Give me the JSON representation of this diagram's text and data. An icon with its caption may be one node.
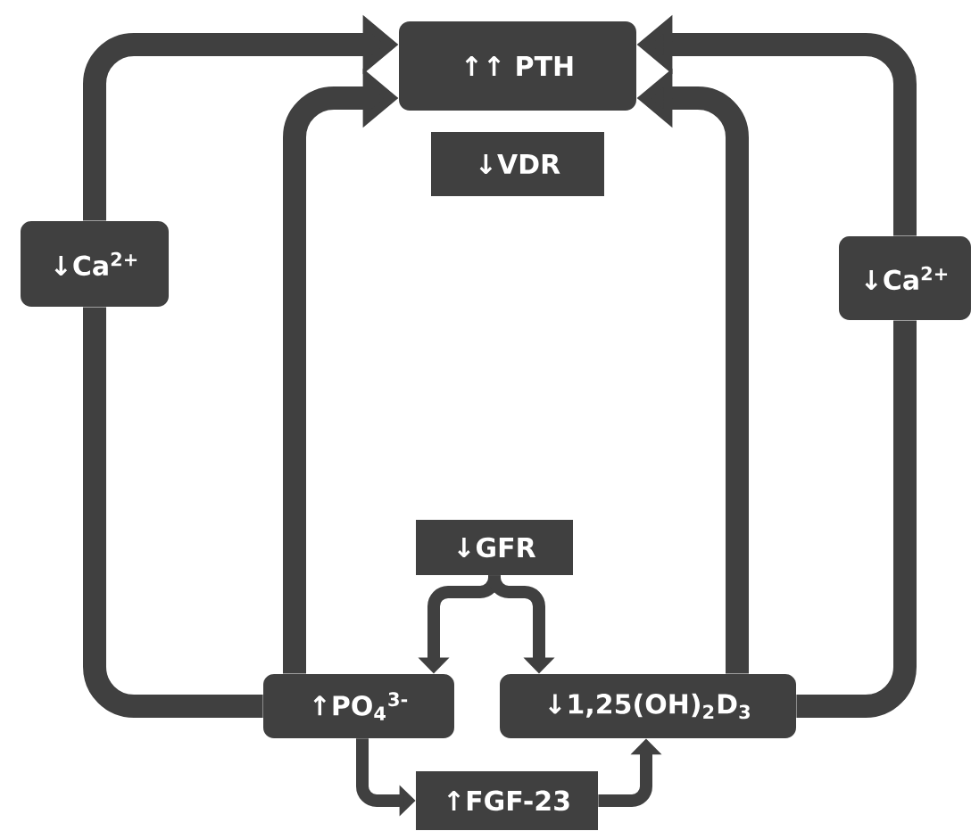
{
  "diagram": {
    "nodes": [
      {
        "text": [
          "↑↑ PTH"
        ]
      },
      {
        "text": [
          "↓VDR"
        ]
      },
      {
        "text": [
          "↓Ca$^{2+}$"
        ]
      },
      {
        "text": [
          "↓Ca$^{2+}$"
        ]
      },
      {
        "text": [
          "↓GFR"
        ]
      },
      {
        "text": [
          "↑PO$_{4}$$^{3-}$"
        ]
      },
      {
        "text": [
          "↓1,25(OH)$_{2}$D$_{3}$"
        ]
      },
      {
        "text": [
          "↑FGF-23"
        ]
      }
    ],
    "edges": [
      {
        "from": 5,
        "to": 2,
        "arrow": "none"
      },
      {
        "from": 2,
        "to": 0,
        "arrow": "to"
      },
      {
        "from": 5,
        "to": 0,
        "arrow": "to"
      },
      {
        "from": 6,
        "to": 0,
        "arrow": "to"
      },
      {
        "from": 6,
        "to": 3,
        "arrow": "none"
      },
      {
        "from": 3,
        "to": 0,
        "arrow": "to"
      },
      {
        "from": 4,
        "to": 5,
        "arrow": "to"
      },
      {
        "from": 4,
        "to": 6,
        "arrow": "to"
      },
      {
        "from": 5,
        "to": 7,
        "arrow": "to"
      },
      {
        "from": 7,
        "to": 6,
        "arrow": "to"
      }
    ]
  }
}
